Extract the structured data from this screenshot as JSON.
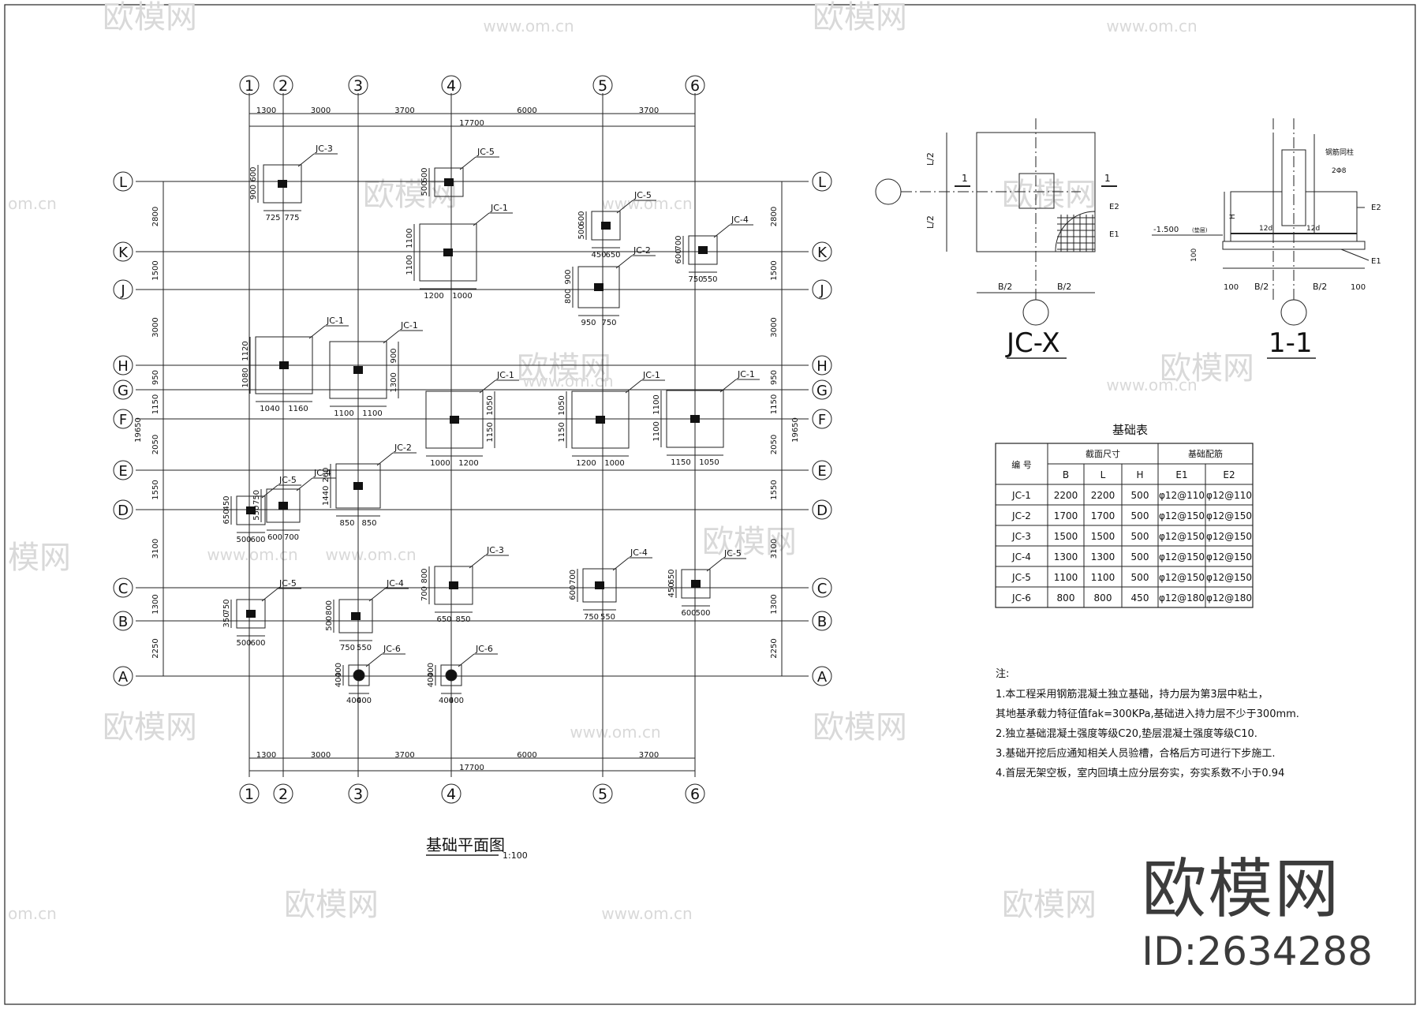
{
  "watermark": {
    "logo_text": "欧模网",
    "url_text": "www.om.cn",
    "partial_url_text": "om.cn",
    "partial_logo_text": "模网"
  },
  "brand": {
    "name": "欧模网",
    "id": "ID:2634288"
  },
  "plan": {
    "title": "基础平面图",
    "scale": "1:100",
    "columns": [
      "1",
      "2",
      "3",
      "4",
      "5",
      "6"
    ],
    "rows": [
      "L",
      "K",
      "J",
      "H",
      "G",
      "F",
      "E",
      "D",
      "C",
      "B",
      "A"
    ],
    "top_spacings": [
      "1300",
      "3000",
      "3700",
      "6000",
      "3700"
    ],
    "total_width": "17700",
    "row_spacings": [
      "2800",
      "1500",
      "3000",
      "950",
      "1150",
      "2050",
      "1550",
      "3100",
      "1300",
      "2250"
    ],
    "total_depth": "19650",
    "footings": [
      {
        "tag": "JC-3",
        "left": "725",
        "right": "775",
        "top": "600",
        "bottom": "900"
      },
      {
        "tag": "JC-5",
        "top": "600",
        "bottom": "500"
      },
      {
        "tag": "JC-1",
        "left": "1200",
        "right": "1000",
        "top": "1100",
        "bottom": "1100"
      },
      {
        "tag": "JC-5",
        "left": "450",
        "right": "650",
        "top": "600",
        "bottom": "500"
      },
      {
        "tag": "JC-4",
        "left": "750",
        "right": "550",
        "top": "700",
        "bottom": "600"
      },
      {
        "tag": "JC-2",
        "left": "950",
        "right": "750",
        "top": "900",
        "bottom": "800"
      },
      {
        "tag": "JC-1",
        "left": "1040",
        "right": "1160",
        "top": "1120",
        "bottom": "1080"
      },
      {
        "tag": "JC-1",
        "left": "1100",
        "right": "1100",
        "top": "900",
        "bottom": "1300"
      },
      {
        "tag": "JC-1",
        "left": "1000",
        "right": "1200",
        "top": "1050",
        "bottom": "1150"
      },
      {
        "tag": "JC-1",
        "left": "1200",
        "right": "1000",
        "top": "1050",
        "bottom": "1150"
      },
      {
        "tag": "JC-1",
        "left": "1150",
        "right": "1050",
        "top": "1100",
        "bottom": "1100"
      },
      {
        "tag": "JC-2",
        "left": "850",
        "right": "850",
        "top": "260",
        "bottom": "1440"
      },
      {
        "tag": "JC-4",
        "left": "600",
        "right": "700",
        "top": "750",
        "bottom": "550"
      },
      {
        "tag": "JC-5",
        "left": "500",
        "right": "600",
        "top": "450",
        "bottom": "650"
      },
      {
        "tag": "JC-3",
        "left": "650",
        "right": "850",
        "top": "800",
        "bottom": "700"
      },
      {
        "tag": "JC-4",
        "left": "750",
        "right": "550",
        "top": "700",
        "bottom": "600"
      },
      {
        "tag": "JC-5",
        "left": "600",
        "right": "500",
        "top": "650",
        "bottom": "450"
      },
      {
        "tag": "JC-5",
        "left": "500",
        "right": "600",
        "top": "750",
        "bottom": "350"
      },
      {
        "tag": "JC-4",
        "left": "750",
        "right": "550",
        "top": "800",
        "bottom": "500"
      },
      {
        "tag": "JC-6",
        "left": "400",
        "right": "400",
        "top": "400",
        "bottom": "400"
      },
      {
        "tag": "JC-6",
        "left": "400",
        "right": "400",
        "top": "400",
        "bottom": "400"
      }
    ]
  },
  "detail_jcx": {
    "title": "JC-X",
    "dim_l_half": "L/2",
    "dim_b_half": "B/2",
    "section_mark": "1",
    "rebar_e1": "E1",
    "rebar_e2": "E2"
  },
  "detail_section": {
    "title": "1-1",
    "level": "-1.500",
    "level_note": "(垫层)",
    "h_label": "H",
    "base_dim": "100",
    "anchor": "12d",
    "bars": "2Φ8",
    "column_note": "钢筋同柱",
    "rebar_e1": "E1",
    "rebar_e2": "E2",
    "dim_b_half": "B/2",
    "edge": "100"
  },
  "footing_table": {
    "title": "基础表",
    "header_id": "编 号",
    "header_section": "截面尺寸",
    "header_rebar": "基础配筋",
    "sub_headers": [
      "B",
      "L",
      "H",
      "E1",
      "E2"
    ],
    "rows": [
      [
        "JC-1",
        "2200",
        "2200",
        "500",
        "φ12@110",
        "φ12@110"
      ],
      [
        "JC-2",
        "1700",
        "1700",
        "500",
        "φ12@150",
        "φ12@150"
      ],
      [
        "JC-3",
        "1500",
        "1500",
        "500",
        "φ12@150",
        "φ12@150"
      ],
      [
        "JC-4",
        "1300",
        "1300",
        "500",
        "φ12@150",
        "φ12@150"
      ],
      [
        "JC-5",
        "1100",
        "1100",
        "500",
        "φ12@150",
        "φ12@150"
      ],
      [
        "JC-6",
        "800",
        "800",
        "450",
        "φ12@180",
        "φ12@180"
      ]
    ]
  },
  "notes": {
    "heading": "注:",
    "lines": [
      "1.本工程采用钢筋混凝土独立基础，持力层为第3层中粘土，",
      "  其地基承载力特征值fak=300KPa,基础进入持力层不少于300mm.",
      "2.独立基础混凝土强度等级C20,垫层混凝土强度等级C10.",
      "3.基础开挖后应通知相关人员验槽，合格后方可进行下步施工.",
      "4.首层无架空板，室内回填土应分层夯实，夯实系数不小于0.94"
    ]
  }
}
